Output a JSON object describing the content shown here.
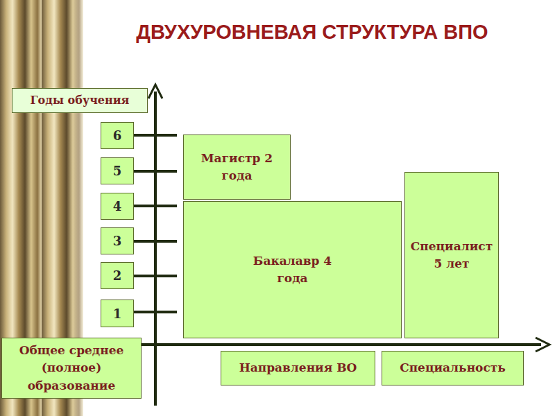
{
  "diagram": {
    "title": "ДВУХУРОВНЕВАЯ СТРУКТУРА ВПО",
    "nodes": [
      {
        "text": [
          "Годы обучения"
        ]
      },
      {
        "text": [
          "6"
        ]
      },
      {
        "text": [
          "5"
        ]
      },
      {
        "text": [
          "4"
        ]
      },
      {
        "text": [
          "3"
        ]
      },
      {
        "text": [
          "2"
        ]
      },
      {
        "text": [
          "1"
        ]
      },
      {
        "text": [
          "Магистр 2 года"
        ]
      },
      {
        "text": [
          "Бакалавр 4 года"
        ]
      },
      {
        "text": [
          "Специалист 5 лет"
        ]
      },
      {
        "text": [
          "Общее среднее (полное) образование"
        ]
      },
      {
        "text": [
          "Направления ВО"
        ]
      },
      {
        "text": [
          "Специальность"
        ]
      }
    ]
  }
}
